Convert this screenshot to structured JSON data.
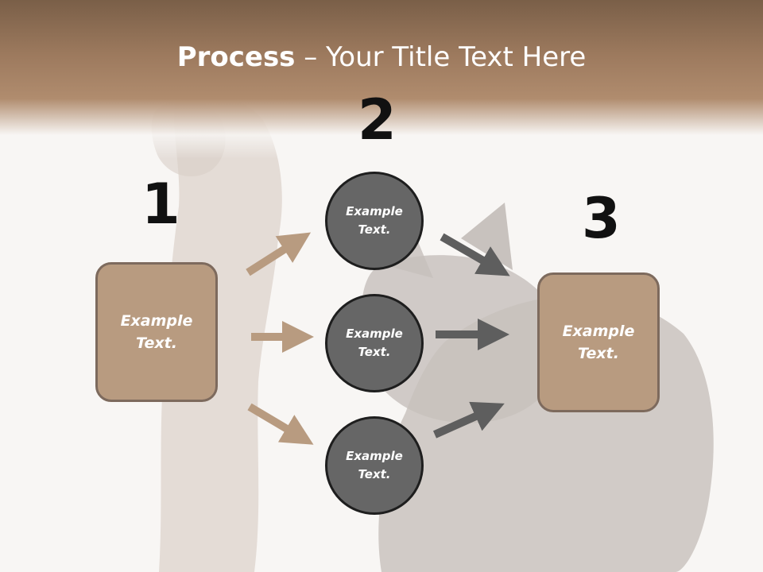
{
  "title": {
    "bold": "Process",
    "rest": " – Your Title Text Here"
  },
  "steps": [
    {
      "number": "1",
      "label": "Example Text."
    },
    {
      "number": "2",
      "label": "Example Text."
    },
    {
      "number": "3",
      "label": "Example Text."
    }
  ],
  "circles": [
    {
      "label": "Example Text."
    },
    {
      "label": "Example Text."
    },
    {
      "label": "Example Text."
    }
  ],
  "colors": {
    "header": "#a07c60",
    "box_fill": "#b89b80",
    "box_border": "#7d6a5d",
    "circle_fill": "#666666",
    "circle_border": "#1e1e1e",
    "arrow_tan": "#b89b80",
    "arrow_gray": "#5e5e5e"
  }
}
